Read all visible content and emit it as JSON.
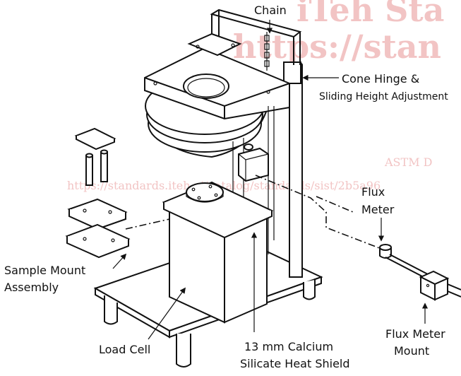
{
  "watermark": {
    "line1": "iTeh Sta",
    "line2": "https://stan",
    "line3": "ASTM D",
    "line4": "https://standards.iteh.ai/catalog/standards/sist/2b5a96"
  },
  "labels": {
    "chain": "Chain",
    "cone_hinge_line1": "Cone Hinge &",
    "cone_hinge_line2": "Sliding Height Adjustment",
    "flux_meter_line1": "Flux",
    "flux_meter_line2": "Meter",
    "sample_mount_line1": "Sample Mount",
    "sample_mount_line2": "Assembly",
    "load_cell": "Load Cell",
    "heat_shield_line1": "13 mm Calcium",
    "heat_shield_line2": "Silicate Heat Shield",
    "flux_meter_mount_line1": "Flux Meter",
    "flux_meter_mount_line2": "Mount"
  },
  "colors": {
    "line": "#111111",
    "watermark": "#f2c4c4",
    "background": "#ffffff"
  }
}
